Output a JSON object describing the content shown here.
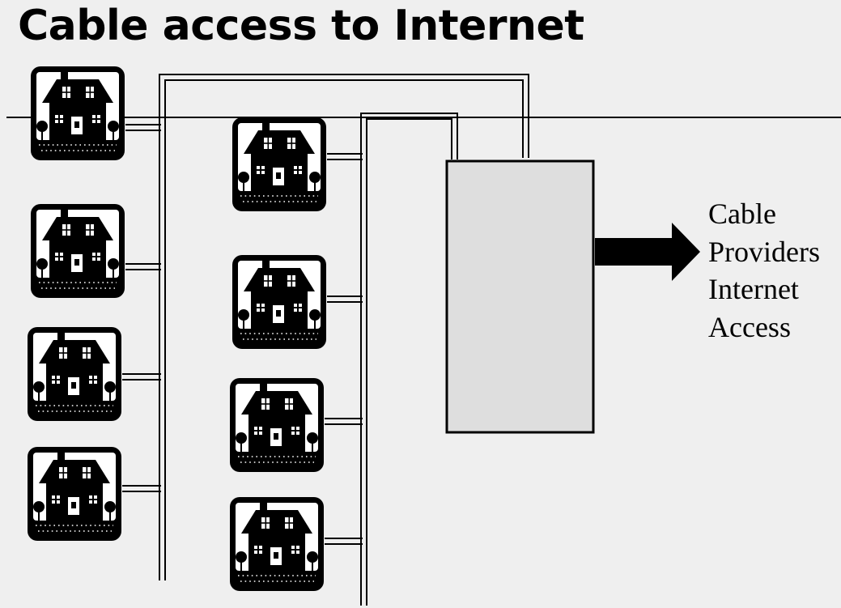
{
  "title": "Cable access to Internet",
  "caption": {
    "line1": "Cable",
    "line2": "Providers",
    "line3": "Internet",
    "line4": "Access"
  },
  "colors": {
    "background": "#efefef",
    "ink": "#000000",
    "head_end_box": "#dedede",
    "house_tile": "#ffffff"
  },
  "icons": {
    "house": "house-icon",
    "arrow": "arrow-right-icon"
  }
}
